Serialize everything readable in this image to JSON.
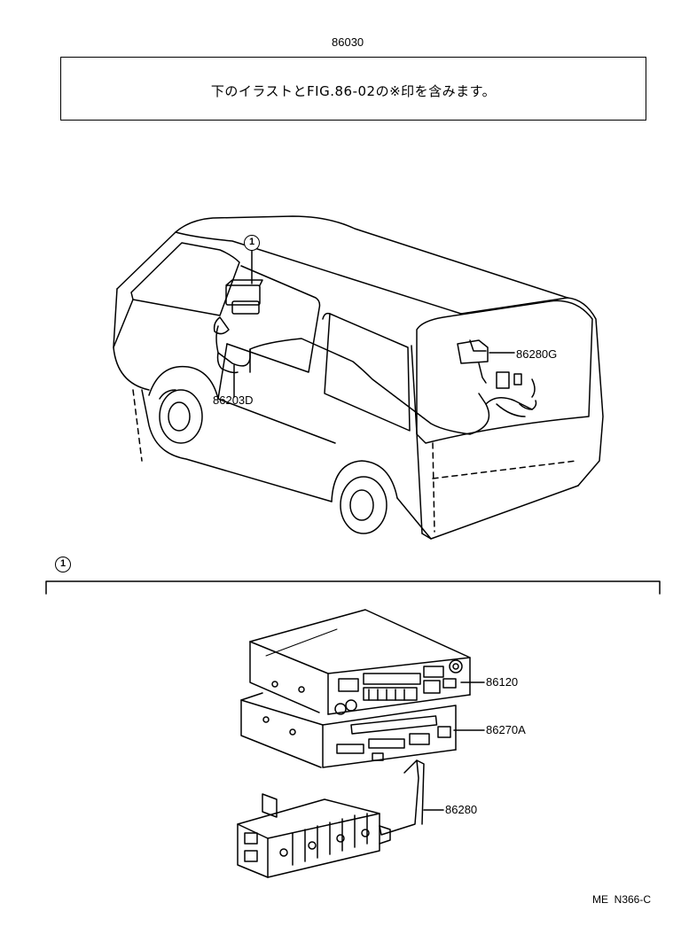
{
  "header": {
    "part_number": "86030",
    "note": "下のイラストとFIG.86-02の※印を含みます。"
  },
  "vehicle_section": {
    "callout": "1",
    "labels": {
      "wire": "86203D",
      "rear_part": "86280G"
    }
  },
  "detail_section": {
    "callout": "1",
    "labels": {
      "radio": "86120",
      "cassette": "86270A",
      "amplifier": "86280"
    }
  },
  "footer": {
    "code": "ME  N366-C"
  }
}
